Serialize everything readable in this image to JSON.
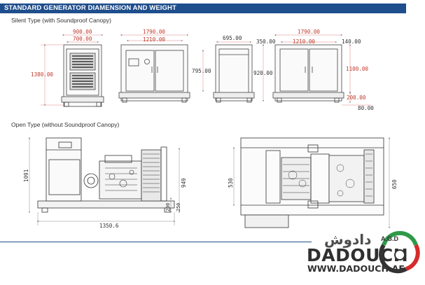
{
  "header": {
    "title": "STANDARD GENERATOR DIAMENSION AND WEIGHT",
    "bar_color": "#1f4e8c"
  },
  "silent": {
    "label": "Silent Type (with Soundproof Canopy)",
    "dims": {
      "front_overall": "900.00",
      "front_inner": "700.00",
      "front_height": "1380.00",
      "side_overall": "1790.00",
      "side_inner": "1210.00",
      "side_height": "795.00",
      "end_width": "695.00",
      "end_height": "920.00",
      "rear_left": "350.00",
      "rear_overall": "1790.00",
      "rear_inner": "1210.00",
      "rear_right": "140.00",
      "rear_height": "1100.00",
      "rear_base": "200.00",
      "rear_foot": "80.00"
    }
  },
  "open": {
    "label": "Open Type (without Soundproof Canopy)",
    "dims": {
      "side_height": "949",
      "side_left_height": "1091",
      "side_base": "250",
      "side_skid": "200",
      "side_length": "1350.6",
      "top_depth": "530",
      "top_overall": "650"
    }
  },
  "brand": {
    "arabic": "دادوش",
    "name": "DADOUCH",
    "website": "WWW.DADOUCH.AE",
    "initials": "A.G.D",
    "colors": {
      "green": "#2e9a48",
      "red": "#d62b2b",
      "gray": "#333333"
    }
  }
}
